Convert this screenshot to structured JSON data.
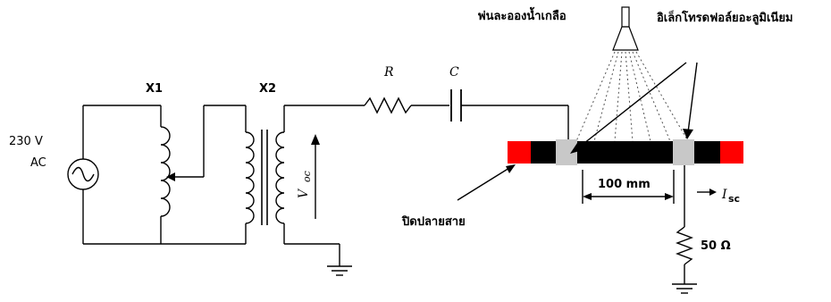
{
  "labels": {
    "supply_voltage": "230 V",
    "supply_type": "AC",
    "transformer_1": "X1",
    "transformer_2": "X2",
    "resistor": "R",
    "capacitor": "C",
    "voltage_symbol": "V",
    "voltage_subscript": "oc",
    "current_symbol": "I",
    "current_subscript": "sc",
    "salt_spray": "พ่นละอองน้ำเกลือ",
    "electrode": "อิเล็กโทรดฟอล์ยอะลูมิเนียม",
    "end_cap": "ปิดปลายสาย",
    "spacing": "100 mm",
    "load_resistor": "50 Ω"
  },
  "colors": {
    "wire": "#000000",
    "cable_body": "#000000",
    "cable_end": "#ff0000",
    "foil_electrode": "#c8c8c8"
  }
}
